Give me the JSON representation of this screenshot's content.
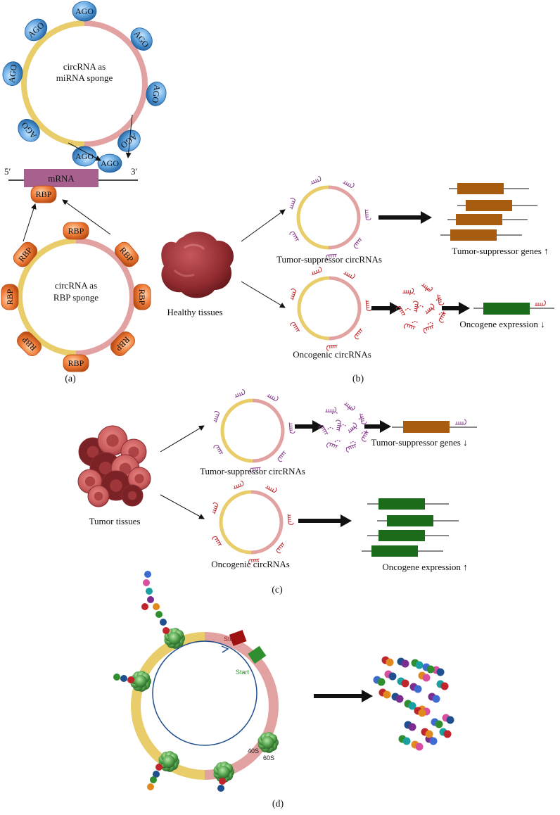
{
  "panel_a": {
    "ago_label": "AGO",
    "rbp_label": "RBP",
    "mirna_sponge_line1": "circRNA as",
    "mirna_sponge_line2": "miRNA sponge",
    "rbp_sponge_line1": "circRNA as",
    "rbp_sponge_line2": "RBP sponge",
    "mrna_label": "mRNA",
    "five_prime": "5′",
    "three_prime": "3′",
    "panel_letter": "(a)"
  },
  "panel_b": {
    "healthy_tissues": "Healthy tissues",
    "tumor_suppressor_circrnas": "Tumor-suppressor circRNAs",
    "oncogenic_circrnas": "Oncogenic circRNAs",
    "tumor_suppressor_genes_up": "Tumor-suppressor genes ↑",
    "oncogene_expression_down": "Oncogene expression ↓",
    "panel_letter": "(b)"
  },
  "panel_c": {
    "tumor_tissues": "Tumor tissues",
    "tumor_suppressor_circrnas": "Tumor-suppressor circRNAs",
    "oncogenic_circrnas": "Oncogenic circRNAs",
    "tumor_suppressor_genes_down": "Tumor-suppressor genes ↓",
    "oncogene_expression_up": "Oncogene expression ↑",
    "panel_letter": "(c)"
  },
  "panel_d": {
    "stop_label": "Stop",
    "start_label": "Start",
    "label_40s": "40S",
    "label_60s": "60S",
    "panel_letter": "(d)"
  },
  "colors": {
    "circ_yellow": "#e8cd6a",
    "circ_pink": "#e3a2a2",
    "ago_blue": "#3a7fc1",
    "rbp_orange": "#e06a2c",
    "mrna_purple": "#a8618f",
    "gene_brown": "#a85c0f",
    "gene_green": "#1b6b1b",
    "tick_purple": "#8a3f8f",
    "tick_red": "#c0252b",
    "stop_red": "#9e1212",
    "start_green": "#2f8f2f",
    "ribosome_green": "#3d8f3d",
    "orf_blue": "#1f4f8f"
  },
  "icons": {
    "arrow": "arrow-icon",
    "ribosome": "ribosome-icon",
    "peptide": "peptide-chain-icon",
    "tissue": "tissue-icon",
    "tumor": "tumor-icon"
  }
}
